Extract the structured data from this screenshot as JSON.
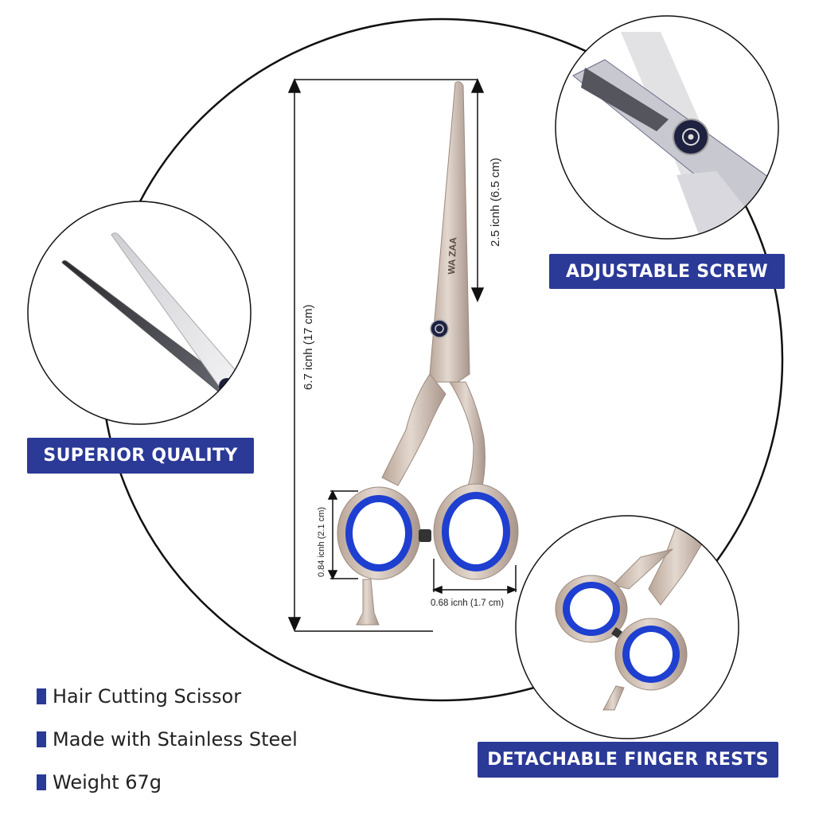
{
  "dimensions": {
    "total_length": "6.7 icnh (17 cm)",
    "blade_length": "2.5 icnh (6.5 cm)",
    "ring_height": "0.84 icnh (2.1 cm)",
    "ring_width": "0.68 icnh (1.7 cm)"
  },
  "brand_engraving": "WA  ZAA",
  "callouts": [
    {
      "label": "SUPERIOR QUALITY",
      "icon": "scissor-blades-closeup"
    },
    {
      "label": "ADJUSTABLE SCREW",
      "icon": "screw-closeup"
    },
    {
      "label": "DETACHABLE FINGER RESTS",
      "icon": "finger-rings-closeup"
    }
  ],
  "features": [
    {
      "text": "Hair Cutting Scissor"
    },
    {
      "text": "Made with Stainless Steel"
    },
    {
      "text": "Weight 67g"
    }
  ],
  "colors": {
    "accent": "#2B3997",
    "ring_blue": "#1E3FD0",
    "steel": "#C9B8AA",
    "outline": "#111111"
  }
}
